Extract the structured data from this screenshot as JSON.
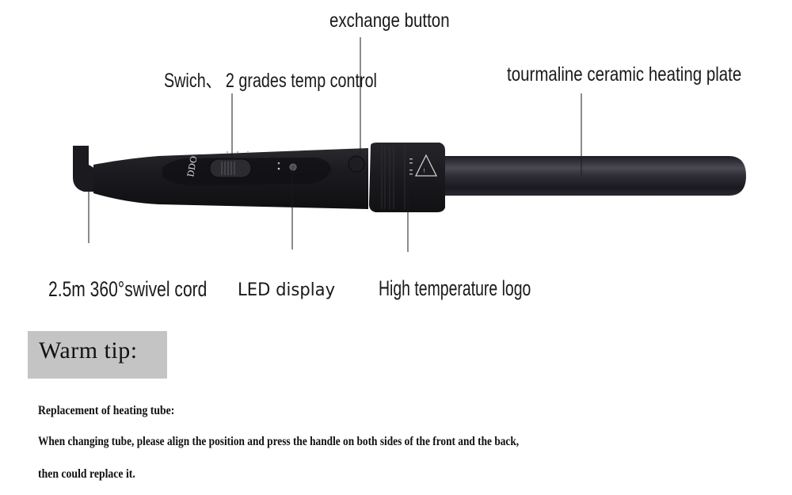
{
  "callouts": {
    "exchange_button": "exchange button",
    "switch_temp": "Swich、 2 grades temp control",
    "heating_plate": "tourmaline ceramic heating plate",
    "swivel_cord": "2.5m 360°swivel cord",
    "led_display": "LED display",
    "high_temp_logo": "High temperature logo"
  },
  "product": {
    "name": "curling-wand",
    "brand_mark": "DDO",
    "colors": {
      "body": "#1c1c22",
      "barrel": "#2b2a33",
      "highlight": "#55545e"
    }
  },
  "warm_tip": {
    "heading": "Warm tip:",
    "box_color": "#c4c4c4",
    "lines": [
      "Replacement of heating tube:",
      "When changing tube, please align the position and press the handle on both sides of the front and the back,",
      "then could replace it."
    ]
  }
}
